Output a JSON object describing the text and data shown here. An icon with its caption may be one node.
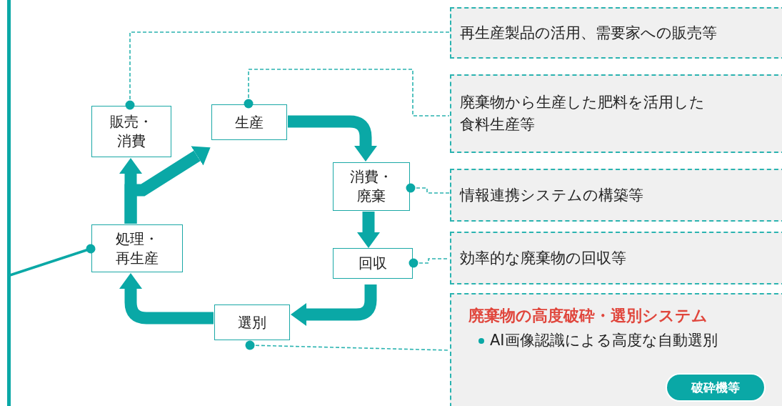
{
  "diagram": {
    "nodes": [
      {
        "text": [
          "販売・消費"
        ]
      },
      {
        "text": [
          "生産"
        ]
      },
      {
        "text": [
          "消費・廃棄"
        ]
      },
      {
        "text": [
          "回収"
        ]
      },
      {
        "text": [
          "選別"
        ]
      },
      {
        "text": [
          "処理・再生産"
        ]
      },
      {
        "text": [
          "再生産製品の活用、需要家への販売等"
        ]
      },
      {
        "text": [
          "廃棄物から生産した肥料を活用した食料生産等"
        ]
      },
      {
        "text": [
          "情報連携システムの構築等"
        ]
      },
      {
        "text": [
          "効率的な廃棄物の回収等"
        ]
      },
      {
        "text": [
          "廃棄物の高度破砕・選別システム",
          "AI画像認識による高度な自動選別"
        ]
      },
      {
        "text": [
          "破砕機等"
        ],
        "in": 10
      },
      {
        "text": [],
        "shape": "bar"
      }
    ],
    "edges": [
      {
        "from": 1,
        "to": 2,
        "arrow": "to",
        "style": "thick"
      },
      {
        "from": 2,
        "to": 3,
        "arrow": "to",
        "style": "thick"
      },
      {
        "from": 3,
        "to": 4,
        "arrow": "to",
        "style": "thick"
      },
      {
        "from": 4,
        "to": 5,
        "arrow": "to",
        "style": "thick"
      },
      {
        "from": 5,
        "to": 0,
        "arrow": "to",
        "style": "thick"
      },
      {
        "from": 5,
        "to": 1,
        "arrow": "to",
        "style": "thick"
      },
      {
        "from": 0,
        "to": 6,
        "arrow": "other",
        "style": "dashed"
      },
      {
        "from": 1,
        "to": 7,
        "arrow": "other",
        "style": "dashed"
      },
      {
        "from": 2,
        "to": 8,
        "arrow": "other",
        "style": "dashed"
      },
      {
        "from": 3,
        "to": 9,
        "arrow": "other",
        "style": "dashed"
      },
      {
        "from": 4,
        "to": 10,
        "arrow": "other",
        "style": "dashed"
      },
      {
        "from": 12,
        "to": 5,
        "arrow": "other"
      }
    ]
  }
}
